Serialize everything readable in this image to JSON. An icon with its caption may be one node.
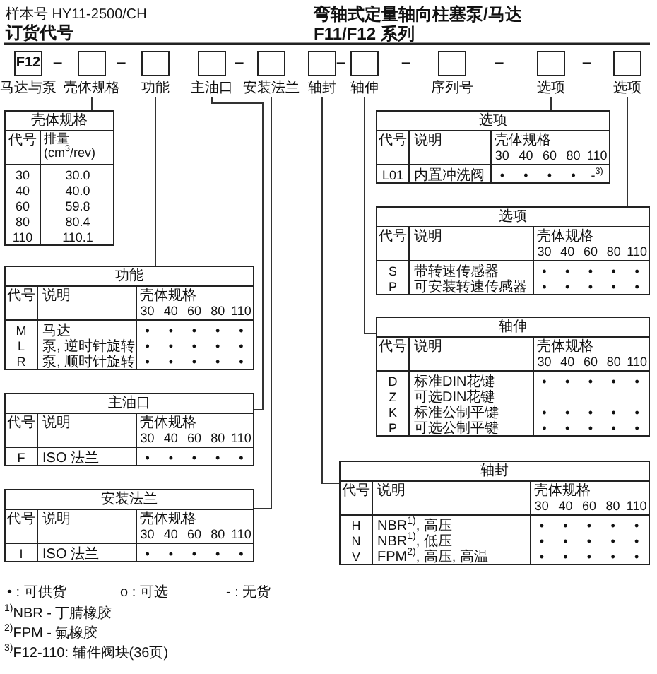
{
  "diagram": {
    "title": "弯轴式定量轴向柱塞泵/马达",
    "nodes": [
      {
        "text": [
          "F12"
        ],
        "beside": [
          "马达与泵"
        ]
      },
      {
        "text": [],
        "shape": "box",
        "beside": [
          "壳体规格"
        ]
      },
      {
        "text": [],
        "shape": "box",
        "beside": [
          "功能"
        ]
      },
      {
        "text": [],
        "shape": "box",
        "beside": [
          "主油口"
        ]
      },
      {
        "text": [],
        "shape": "box",
        "beside": [
          "安装法兰"
        ]
      },
      {
        "text": [],
        "shape": "box",
        "beside": [
          "轴封"
        ]
      },
      {
        "text": [],
        "shape": "box",
        "beside": [
          "轴伸"
        ]
      },
      {
        "text": [],
        "shape": "box",
        "beside": [
          "序列号"
        ]
      },
      {
        "text": [],
        "shape": "box",
        "beside": [
          "选项"
        ]
      },
      {
        "text": [],
        "shape": "box",
        "beside": [
          "选项"
        ]
      },
      {
        "text": [
          "壳体规格",
          "代号",
          "排量 (cm$^{3}$/rev)",
          "30",
          "30.0",
          "40",
          "40.0",
          "60",
          "59.8",
          "80",
          "80.4",
          "110",
          "110.1"
        ]
      },
      {
        "text": [
          "选项",
          "代号",
          "说明",
          "壳体规格",
          "30",
          "40",
          "60",
          "80",
          "110",
          "L01",
          "内置冲洗阀",
          "•",
          "•",
          "•",
          "•",
          "-$^{3)}$"
        ]
      },
      {
        "text": [
          "选项",
          "代号",
          "说明",
          "壳体规格",
          "30",
          "40",
          "60",
          "80",
          "110",
          "S",
          "带转速传感器",
          "•",
          "•",
          "•",
          "•",
          "•",
          "P",
          "可安装转速传感器",
          "•",
          "•",
          "•",
          "•",
          "•"
        ]
      },
      {
        "text": [
          "功能",
          "代号",
          "说明",
          "壳体规格",
          "30",
          "40",
          "60",
          "80",
          "110",
          "M",
          "马达",
          "•",
          "•",
          "•",
          "•",
          "•",
          "L",
          "泵, 逆时针旋转",
          "•",
          "•",
          "•",
          "•",
          "•",
          "R",
          "泵, 顺时针旋转",
          "•",
          "•",
          "•",
          "•",
          "•"
        ]
      },
      {
        "text": [
          "轴伸",
          "代号",
          "说明",
          "壳体规格",
          "30",
          "40",
          "60",
          "80",
          "110",
          "D",
          "标准DIN花键",
          "•",
          "•",
          "•",
          "•",
          "•",
          "Z",
          "可选DIN花键",
          "K",
          "标准公制平键",
          "•",
          "•",
          "•",
          "•",
          "•",
          "P",
          "可选公制平键",
          "•",
          "•",
          "•",
          "•",
          "•"
        ]
      },
      {
        "text": [
          "主油口",
          "代号",
          "说明",
          "壳体规格",
          "30",
          "40",
          "60",
          "80",
          "110",
          "F",
          "ISO 法兰",
          "•",
          "•",
          "•",
          "•",
          "•"
        ]
      },
      {
        "text": [
          "轴封",
          "代号",
          "说明",
          "壳体规格",
          "30",
          "40",
          "60",
          "80",
          "110",
          "H",
          "NBR$^{1)}$, 高压",
          "•",
          "•",
          "•",
          "•",
          "•",
          "N",
          "NBR$^{1)}$, 低压",
          "•",
          "•",
          "•",
          "•",
          "•",
          "V",
          "FPM$^{2)}$, 高压, 高温",
          "•",
          "•",
          "•",
          "•",
          "•"
        ]
      },
      {
        "text": [
          "安装法兰",
          "代号",
          "说明",
          "壳体规格",
          "30",
          "40",
          "60",
          "80",
          "110",
          "I",
          "ISO 法兰",
          "•",
          "•",
          "•",
          "•",
          "•"
        ]
      }
    ],
    "edges": [
      {
        "from": 1,
        "to": 10,
        "arrow": "none"
      },
      {
        "from": 2,
        "to": 13,
        "arrow": "none"
      },
      {
        "from": 3,
        "to": 15,
        "arrow": "none"
      },
      {
        "from": 4,
        "to": 17,
        "arrow": "none"
      },
      {
        "from": 5,
        "to": 16,
        "arrow": "none"
      },
      {
        "from": 6,
        "to": 14,
        "arrow": "none"
      },
      {
        "from": 8,
        "to": 11,
        "arrow": "none"
      },
      {
        "from": 9,
        "to": 12,
        "arrow": "none"
      }
    ],
    "labels": [
      "样本号 HY11-2500/CH",
      "订货代号",
      "F11/F12 系列",
      "–",
      "–",
      "–",
      "–",
      "–",
      "–",
      "–",
      "• : 可供货",
      "o : 可选",
      "- : 无货",
      "$^{1)}$NBR - 丁腈橡胶",
      "$^{2)}$FPM - 氟橡胶",
      "$^{3)}$F12-110: 辅件阀块(36页)"
    ]
  }
}
